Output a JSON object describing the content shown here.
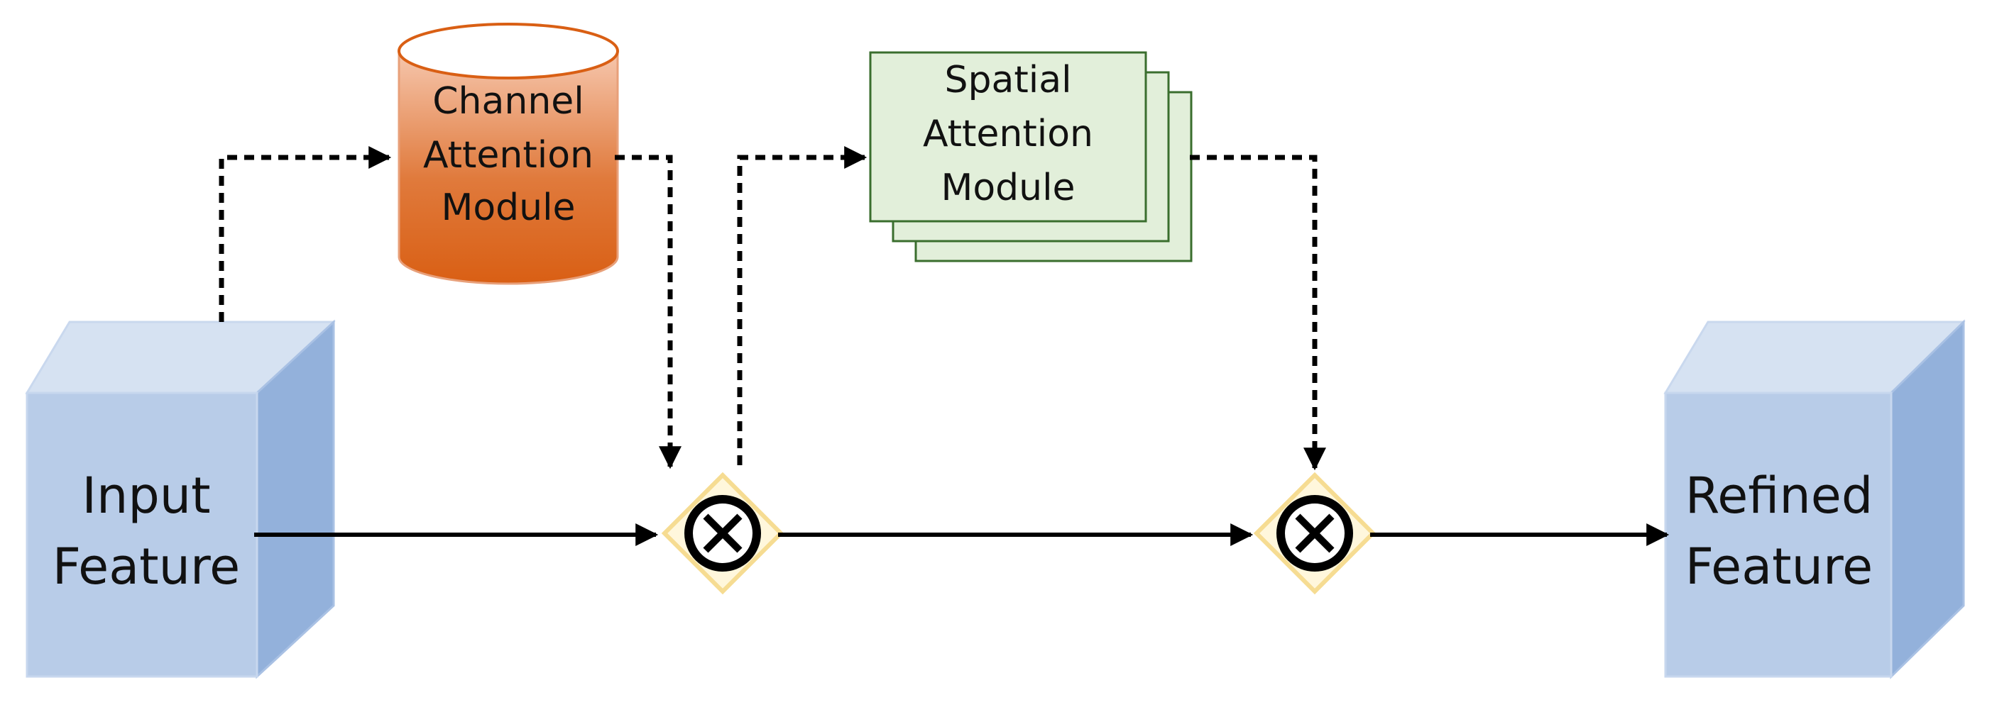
{
  "input_feature": {
    "line1": "Input",
    "line2": "Feature"
  },
  "channel_attention": {
    "line1": "Channel",
    "line2": "Attention",
    "line3": "Module"
  },
  "spatial_attention": {
    "line1": "Spatial",
    "line2": "Attention",
    "line3": "Module"
  },
  "refined_feature": {
    "line1": "Refined",
    "line2": "Feature"
  },
  "colors": {
    "cube_front": "#b8cce8",
    "cube_top": "#d6e2f2",
    "cube_side": "#93b1db",
    "cylinder_body": "#d95f14",
    "cylinder_highlight": "#f6c7ae",
    "spatial_fill": "#e2efda",
    "spatial_border": "#3a6e2e",
    "multiply_glow": "#fbe6a6",
    "arrow": "#000000"
  },
  "icons": [
    "multiply-operator-icon",
    "multiply-operator-icon"
  ]
}
